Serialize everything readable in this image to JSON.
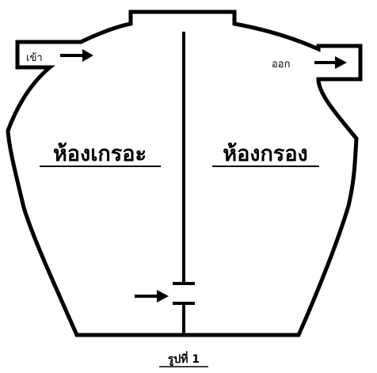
{
  "diagram": {
    "inlet_label": "เข้า",
    "outlet_label": "ออก",
    "left_chamber_label": "ห้องเกรอะ",
    "right_chamber_label": "ห้องกรอง",
    "caption": "รูปที่ 1"
  },
  "colors": {
    "stroke": "#000000",
    "background": "#ffffff"
  }
}
